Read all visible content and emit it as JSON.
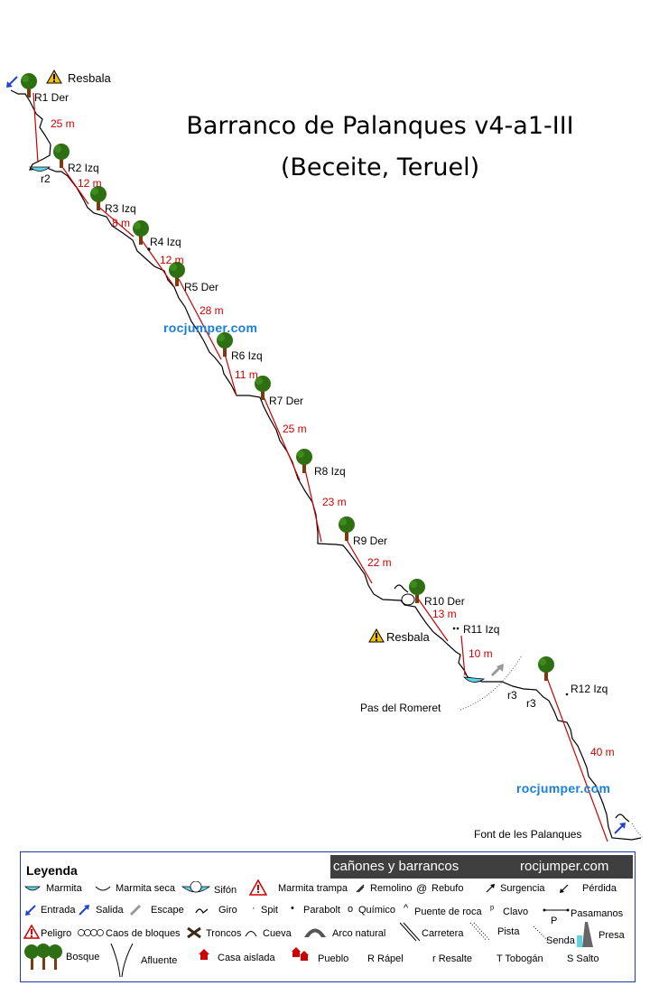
{
  "title": {
    "line1": "Barranco de Palanques v4-a1-III",
    "line2": "(Beceite, Teruel)"
  },
  "anchors": [
    {
      "id": "r1",
      "label": "R1 Der"
    },
    {
      "id": "r2",
      "label": "R2 Izq"
    },
    {
      "id": "r3",
      "label": "R3 Izq"
    },
    {
      "id": "r4",
      "label": "R4 Izq"
    },
    {
      "id": "r5",
      "label": "R5 Der"
    },
    {
      "id": "r6",
      "label": "R6 Izq"
    },
    {
      "id": "r7",
      "label": "R7 Der"
    },
    {
      "id": "r8",
      "label": "R8 Izq"
    },
    {
      "id": "r9",
      "label": "R9 Der"
    },
    {
      "id": "r10",
      "label": "R10 Der"
    },
    {
      "id": "r11",
      "label": "R11 Izq"
    },
    {
      "id": "r12",
      "label": "R12 Izq"
    }
  ],
  "rappel_lengths": [
    "25 m",
    "12 m",
    "8 m",
    "12 m",
    "28 m",
    "11 m",
    "25 m",
    "23 m",
    "22 m",
    "13 m",
    "10 m",
    "40 m"
  ],
  "resaltes": [
    "r2",
    "r3",
    "r3"
  ],
  "warnings": [
    "Resbala",
    "Resbala"
  ],
  "places": {
    "pas_romeret": "Pas del Romeret",
    "font": "Font de les Palanques"
  },
  "watermark": "rocjumper.com",
  "colors": {
    "rope": "#cc0000",
    "terrain": "#000000",
    "tree_crown": "#2f6f14",
    "tree_trunk": "#7a3b10",
    "water": "#5fd3e6",
    "watermark": "#1a7fd6",
    "arrow": "#2244cc"
  },
  "legend": {
    "title": "Leyenda",
    "banner_left": "cañones y barrancos",
    "banner_right": "rocjumper.com",
    "items": {
      "marmita": "Marmita",
      "marmita_seca": "Marmita seca",
      "sifon": "Sifón",
      "marmita_trampa": "Marmita trampa",
      "remolino": "Remolino",
      "rebufo": "Rebufo",
      "surgencia": "Surgencia",
      "perdida": "Pérdida",
      "entrada": "Entrada",
      "salida": "Salida",
      "escape": "Escape",
      "giro": "Giro",
      "spit": "Spit",
      "parabolt": "Parabolt",
      "quimico": "Químico",
      "puente_roca": "Puente de roca",
      "clavo": "Clavo",
      "pasamanos": "Pasamanos",
      "peligro": "Peligro",
      "caos": "Caos de bloques",
      "troncos": "Troncos",
      "cueva": "Cueva",
      "arco": "Arco natural",
      "carretera": "Carretera",
      "pista": "Pista",
      "senda": "Senda",
      "presa": "Presa",
      "bosque": "Bosque",
      "afluente": "Afluente",
      "casa": "Casa aislada",
      "pueblo": "Pueblo",
      "rapel": "R Rápel",
      "resalte": "r Resalte",
      "tobogan": "T Tobogán",
      "salto": "S Salto",
      "presa_p": "P"
    }
  }
}
